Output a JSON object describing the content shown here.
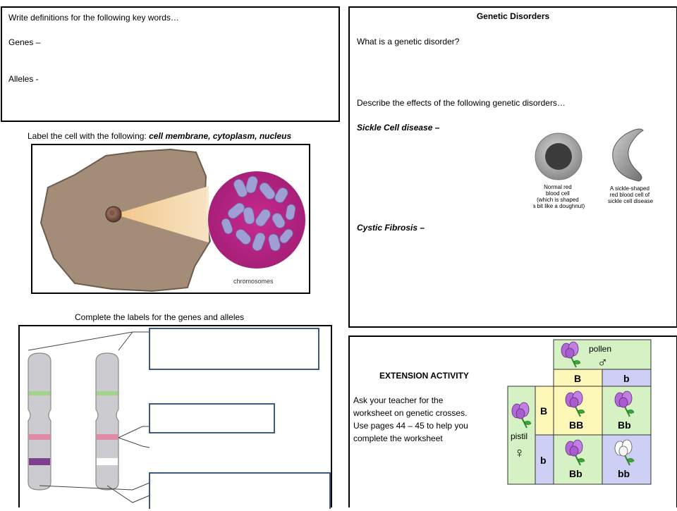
{
  "keywords": {
    "prompt": "Write definitions for the following key words…",
    "genes": "Genes –",
    "alleles": "Alleles -"
  },
  "cell": {
    "instruction_plain": "Label the cell with the following: ",
    "instruction_terms": "cell membrane, cytoplasm, nucleus",
    "zoom_label": "chromosomes"
  },
  "genes_alleles": {
    "instruction": "Complete the labels for the genes and alleles"
  },
  "disorders": {
    "title": "Genetic Disorders",
    "question": "What is a genetic disorder?",
    "describe": "Describe the effects of the following genetic disorders…",
    "sickle_cell": "Sickle Cell disease –",
    "cystic_fibrosis": "Cystic Fibrosis –",
    "normal_cell_caption": [
      "Normal red",
      "blood cell",
      "(which is shaped",
      "a bit like a doughnut)"
    ],
    "sickle_cell_caption": [
      "A sickle-shaped",
      "red blood cell of",
      "sickle cell disease"
    ]
  },
  "extension": {
    "title": "EXTENSION ACTIVITY",
    "lines": [
      "Ask your teacher for the",
      "worksheet on genetic crosses.",
      "Use pages 44 – 45  to help you",
      "complete the worksheet"
    ]
  },
  "punnett": {
    "pollen_label": "pollen",
    "pistil_label": "pistil",
    "male_symbol": "♂",
    "female_symbol": "♀",
    "top_alleles": [
      "B",
      "b"
    ],
    "side_alleles": [
      "B",
      "b"
    ],
    "cells": [
      "BB",
      "Bb",
      "Bb",
      "bb"
    ],
    "colors": {
      "green": "#d6f2c4",
      "yellow": "#fdf7b8",
      "lilac": "#cdd0f4",
      "flower": "#b36ad8"
    }
  }
}
